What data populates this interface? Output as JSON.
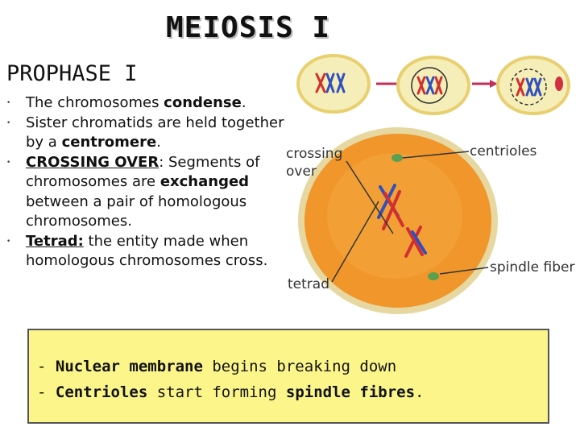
{
  "title": "MEIOSIS I",
  "subtitle": "PROPHASE I",
  "bullets": [
    {
      "pre": "The chromosomes ",
      "em": "condense",
      "post": "."
    },
    {
      "pre": " Sister chromatids are held together by a ",
      "em": "centromere",
      "post": "."
    },
    {
      "em": "CROSSING OVER",
      "mid": ": Segments of chromosomes are ",
      "em2": "exchanged",
      "post": " between a pair of homologous chromosomes."
    },
    {
      "em": "Tetrad:",
      "post": " the entity made when homologous chromosomes cross."
    }
  ],
  "diagram": {
    "labels": {
      "crossing_over": "crossing\nover",
      "centrioles": "centrioles",
      "tetrad": "tetrad",
      "spindle_fiber": "spindle fiber"
    }
  },
  "note": {
    "line1": {
      "prefix": "- ",
      "bold": "Nuclear membrane",
      "rest": " begins breaking down"
    },
    "line2": {
      "prefix": "- ",
      "bold": "Centrioles",
      "mid": " start forming ",
      "bold2": "spindle fibres",
      "post": "."
    }
  },
  "colors": {
    "note_bg": "#fbf58a",
    "cell_fill": "#f09a28",
    "cell_border": "#e8d898",
    "arrow": "#c0305a"
  }
}
